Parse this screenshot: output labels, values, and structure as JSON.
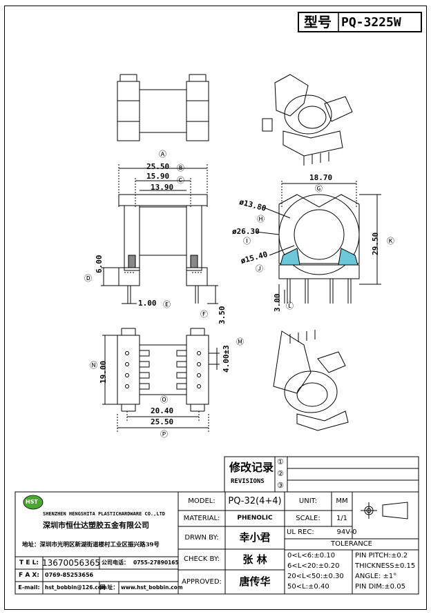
{
  "header": {
    "type_label": "型号",
    "model_code": "PQ-3225W"
  },
  "dims": {
    "top_a": "Ⓐ",
    "d_25_50": "25.50",
    "b": "Ⓑ",
    "d_15_90": "15.90",
    "c": "Ⓒ",
    "d_13_90": "13.90",
    "d_6_00": "6.00",
    "d": "Ⓓ",
    "d_1_00": "1.00",
    "e": "Ⓔ",
    "f": "Ⓕ",
    "d_3_50": "3.50",
    "d_18_70": "18.70",
    "g": "Ⓖ",
    "d_13_80": "ø13.80",
    "h": "Ⓗ",
    "d_26_30": "ø26.30",
    "i": "Ⓘ",
    "d_15_40": "ø15.40",
    "j": "Ⓙ",
    "d_29_50": "29.50",
    "k": "Ⓚ",
    "d_3_00": "3.00",
    "l": "Ⓛ",
    "m": "Ⓜ",
    "d_4_00": "4.00±3",
    "n": "Ⓝ",
    "d_19_00": "19.00",
    "o": "Ⓞ",
    "d_20_40": "20.40",
    "d_25_50b": "25.50",
    "p": "Ⓟ"
  },
  "revisions": {
    "title_cn": "修改记录",
    "title_en": "REVISIONS",
    "marks": [
      "①",
      "②",
      "③"
    ]
  },
  "company": {
    "logo": "HST",
    "name_en": "SHENZHEN HENGSHITA PLASTICHARDWARE CO.,LTD",
    "name_cn": "深圳市恒仕达塑胶五金有限公司",
    "address": "地址：深圳市光明区新湖街道楼村工业区振兴路39号",
    "tel_label": "T E L:",
    "tel": "13670056365",
    "company_tel_label": "公司电话：",
    "company_tel": "0755-27890165",
    "fax_label": "F A X:",
    "fax": "0769-85253656",
    "email_label": "E-mail:",
    "email": "hst_bobbin@126.com",
    "web_label": "网 址：",
    "web": "www.hst_bobbin.com"
  },
  "title_block": {
    "model_label": "MODEL:",
    "model": "PQ-32(4+4)",
    "material_label": "MATERIAL:",
    "material": "PHENOLIC",
    "drawn_label": "DRWN BY:",
    "drawn": "幸小君",
    "check_label": "CHECK BY:",
    "check": "张  林",
    "approved_label": "APPROVED:",
    "approved": "唐传华",
    "unit_label": "UNIT:",
    "unit": "MM",
    "scale_label": "SCALE:",
    "scale": "1/1",
    "ul_label": "UL REC:",
    "ul": "94V-0",
    "tolerance_label": "TOLERANCE",
    "tol_1": "0<L<6:±0.10",
    "tol_2": "6<L<20:±0.20",
    "tol_3": "20<L<50:±0.30",
    "tol_4": "50<L:±0.40",
    "pin_pitch": "PIN PITCH:±0.2",
    "thickness": "THICKNESS±0.15",
    "angle": "ANGLE: ±1°",
    "pin_dim": "PIN DIM:±0.05"
  }
}
